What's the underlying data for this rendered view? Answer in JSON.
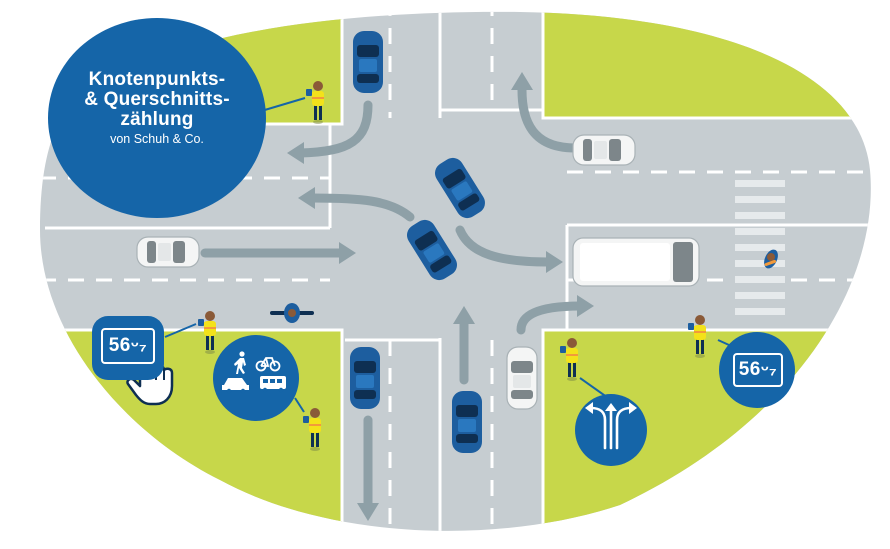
{
  "title": {
    "line1": "Knotenpunkts-",
    "line2": "& Querschnitts-",
    "line3": "zählung",
    "subtitle": "von Schuh & Co."
  },
  "counter_left": {
    "display": "56ᵕ₇",
    "icon": "hand-pointer-icon"
  },
  "counter_right": {
    "display": "56ᵕ₇"
  },
  "category_bubble": {
    "icons": [
      "pedestrian-icon",
      "bicycle-icon",
      "car-icon",
      "bus-icon"
    ]
  },
  "turn_bubble": {
    "icon": "turn-arrows-icon"
  },
  "colors": {
    "road": "#c6cdd1",
    "grass": "#c7d74a",
    "blue": "#1565a8",
    "arrow": "#8ea0a7",
    "car_blue": "#1d5e9f",
    "car_white": "#f4f5f5"
  }
}
